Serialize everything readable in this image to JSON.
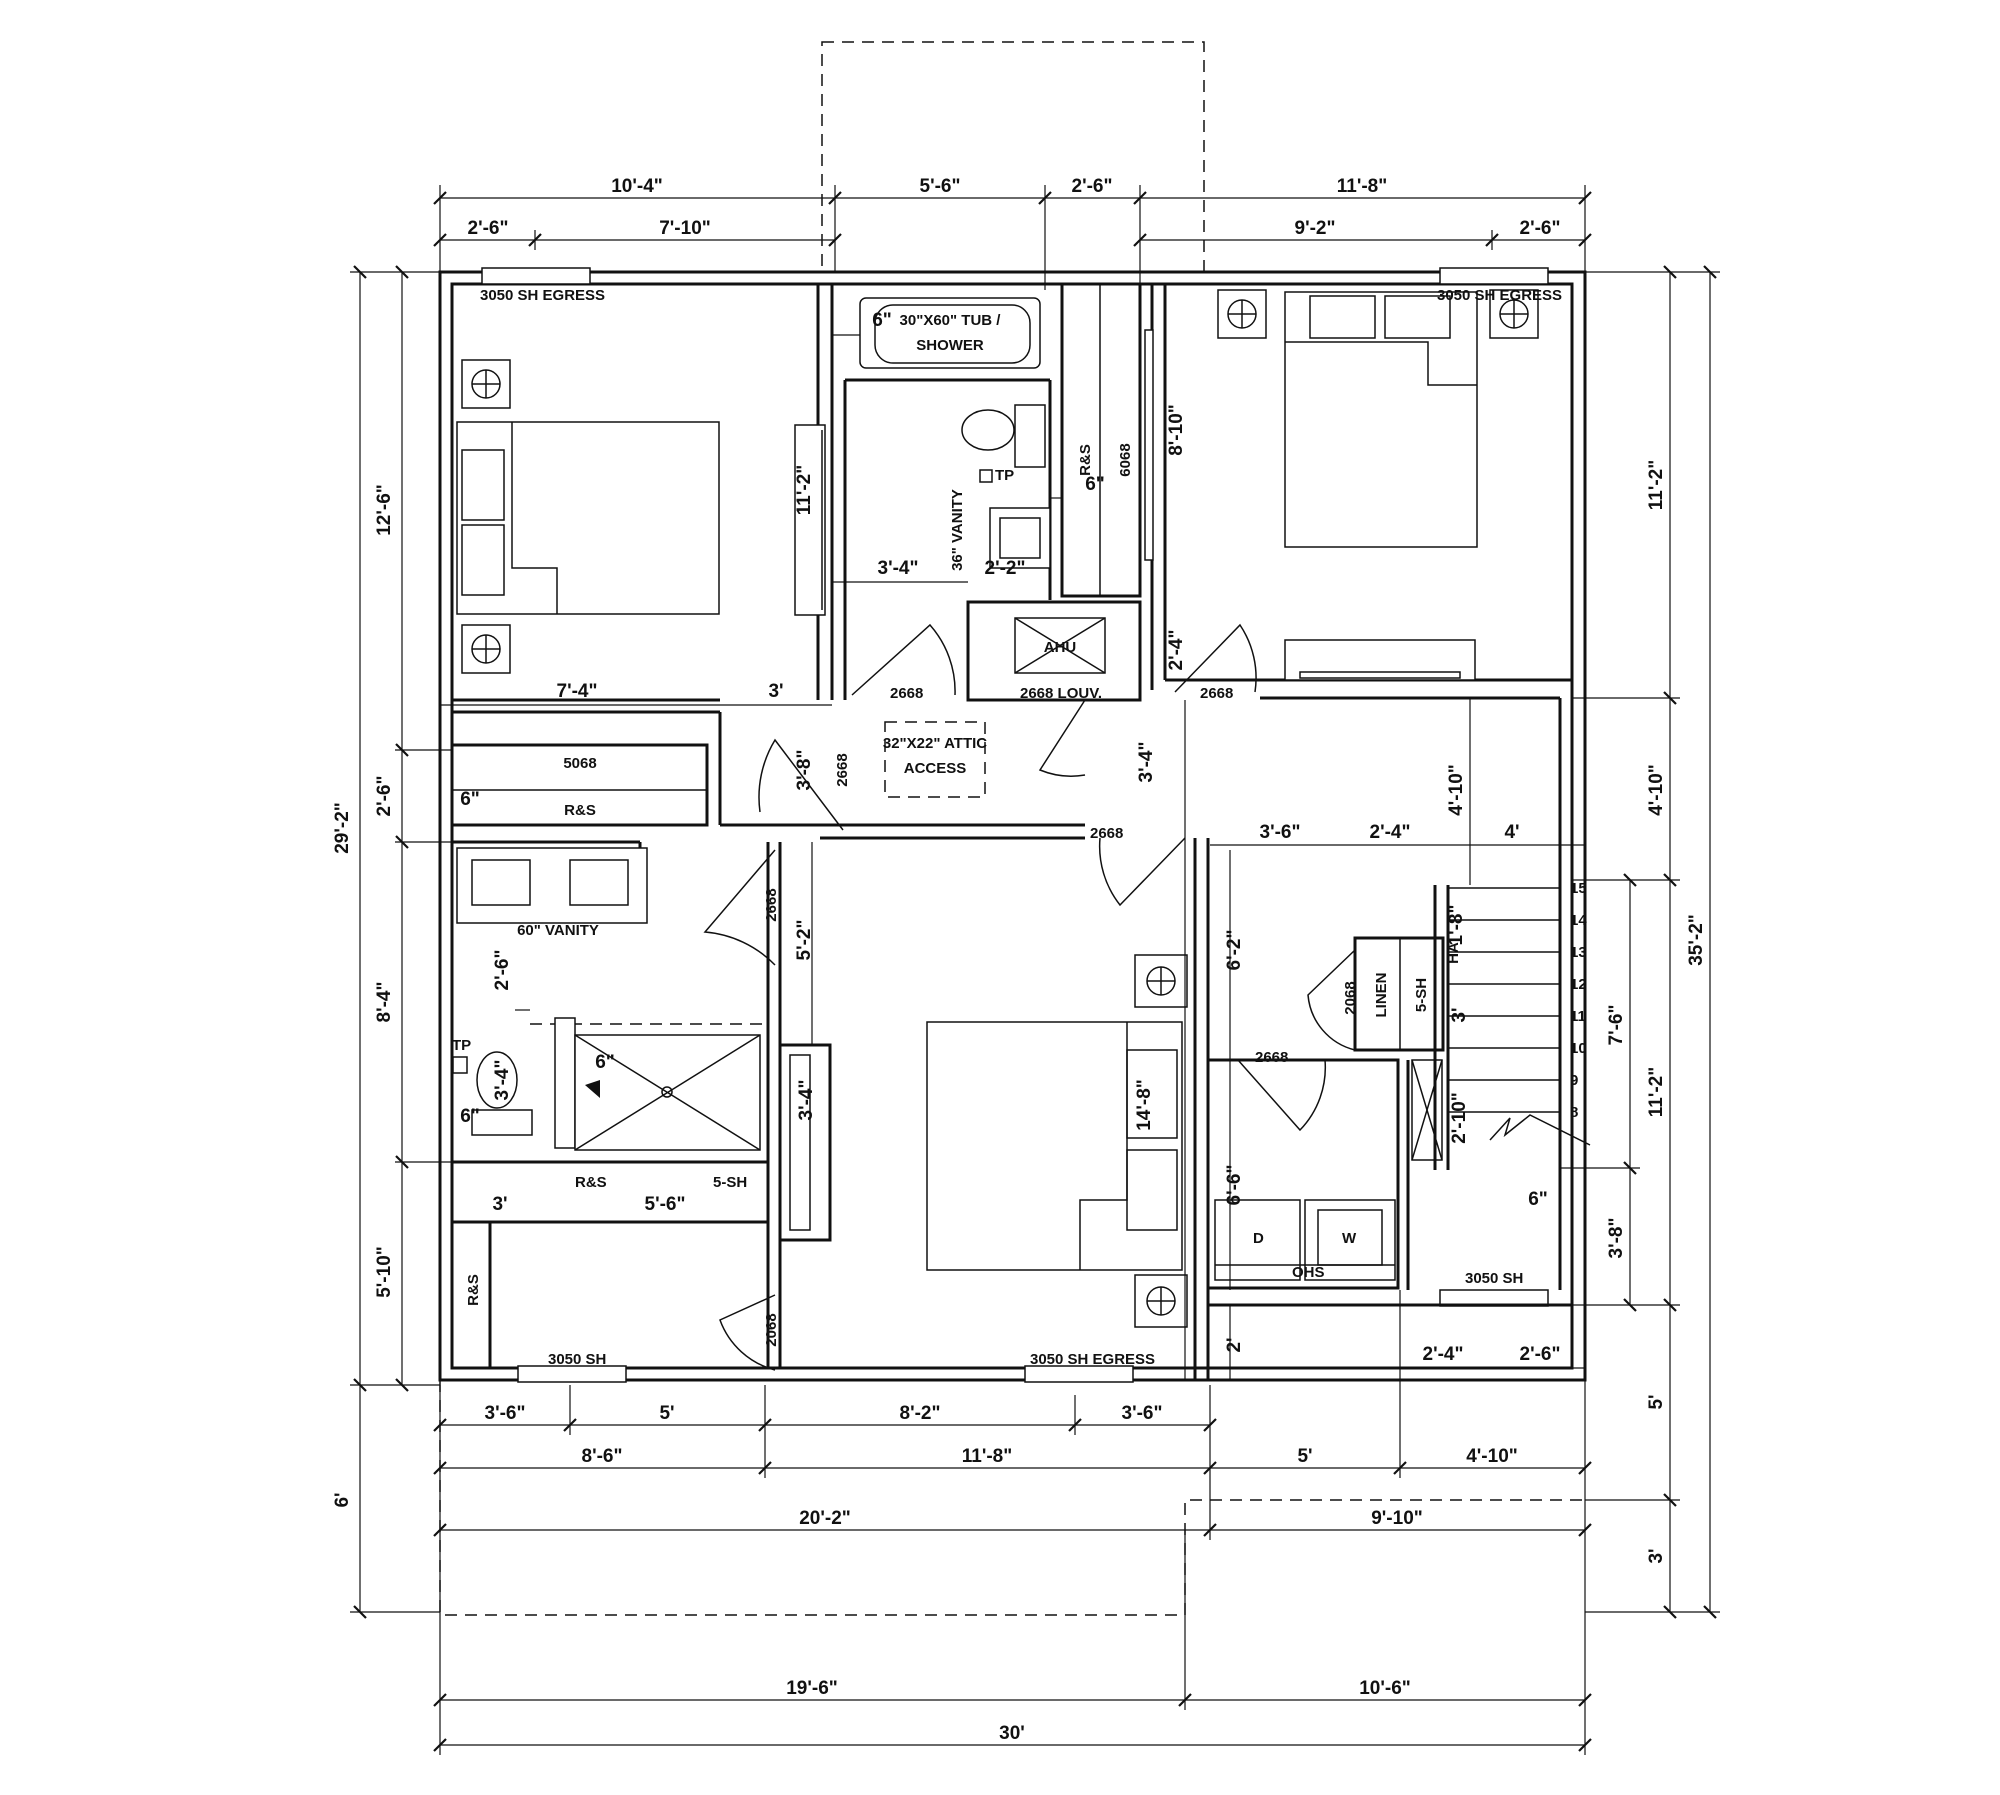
{
  "plan": {
    "dimensions_top": {
      "d1": "10'-4\"",
      "d2": "5'-6\"",
      "d3": "2'-6\"",
      "d4": "11'-8\"",
      "d5": "2'-6\"",
      "d6": "7'-10\"",
      "d7": "9'-2\"",
      "d8": "2'-6\""
    },
    "dimensions_left": {
      "d1": "12'-6\"",
      "d2": "2'-6\"",
      "d3": "8'-4\"",
      "d4": "5'-10\"",
      "total": "29'-2\"",
      "porch": "6'"
    },
    "dimensions_right": {
      "d1": "11'-2\"",
      "d2": "4'-10\"",
      "d3": "7'-6\"",
      "d4": "3'-8\"",
      "d5": "11'-2\"",
      "total": "35'-2\"",
      "d6": "5'",
      "d7": "3'"
    },
    "dimensions_bottom": {
      "r1a": "3'-6\"",
      "r1b": "5'",
      "r1c": "8'-2\"",
      "r1d": "3'-6\"",
      "r2a": "8'-6\"",
      "r2b": "11'-8\"",
      "r2c": "5'",
      "r2d": "4'-10\"",
      "r3a": "20'-2\"",
      "r3b": "9'-10\"",
      "r4a": "19'-6\"",
      "r4b": "10'-6\"",
      "total": "30'"
    },
    "interior_dims": {
      "bed1_w": "7'-4\"",
      "hall_w": "3'",
      "closet_h": "11'-2\"",
      "bath_w": "3'-4\"",
      "vanity_dim": "2'-2\"",
      "tub_6": "6\"",
      "rs_6": "6\"",
      "closet2_h": "8'-10\"",
      "door_24": "2'-4\"",
      "hall_38": "3'-8\"",
      "hall_34": "3'-4\"",
      "closet_6": "6\"",
      "bath2_26": "2'-6\"",
      "bath2_34": "3'-4\"",
      "bath2_6a": "6\"",
      "bath2_6b": "6\"",
      "wic_52": "5'-2\"",
      "wic_34": "3'-4\"",
      "bed3_148": "14'-8\"",
      "rs_3": "3'",
      "rs_56": "5'-6\"",
      "laundry_62": "6'-2\"",
      "laundry_66": "6'-6\"",
      "laundry_2": "2'",
      "stair_36": "3'-6\"",
      "stair_24": "2'-4\"",
      "stair_4": "4'",
      "stair_410": "4'-10\"",
      "stair_18": "1'-8\"",
      "stair_3": "3'",
      "stair_210": "2'-10\"",
      "stair_6": "6\"",
      "porch_24": "2'-4\"",
      "porch_26": "2'-6\""
    },
    "labels": {
      "egress1": "3050 SH EGRESS",
      "egress2": "3050 SH EGRESS",
      "egress3": "3050 SH EGRESS",
      "tub": "30\"X60\" TUB /",
      "tub2": "SHOWER",
      "rs1": "R&S",
      "rs1b": "6068",
      "vanity36": "36\" VANITY",
      "tp1": "TP",
      "ahu": "AHU",
      "louv": "2668 LOUV.",
      "door1": "2668",
      "door2": "2668",
      "door3": "2668",
      "door4": "2668",
      "door5": "2668",
      "door6": "2668",
      "door7": "2668",
      "door8": "2068",
      "attic1": "32\"X22\" ATTIC",
      "attic2": "ACCESS",
      "closet5068": "5068",
      "rs2": "R&S",
      "vanity60": "60\" VANITY",
      "tp2": "TP",
      "rs3": "R&S",
      "sh5a": "5-SH",
      "rs4": "R&S",
      "win3050a": "3050 SH",
      "win3050b": "3050 SH",
      "linen": "LINEN",
      "linen_door": "2068",
      "sh5b": "5-SH",
      "dryer": "D",
      "washer": "W",
      "ohs": "OHS",
      "ha": "HA",
      "steps": [
        "15",
        "14",
        "13",
        "12",
        "11",
        "10",
        "9",
        "8"
      ]
    }
  }
}
